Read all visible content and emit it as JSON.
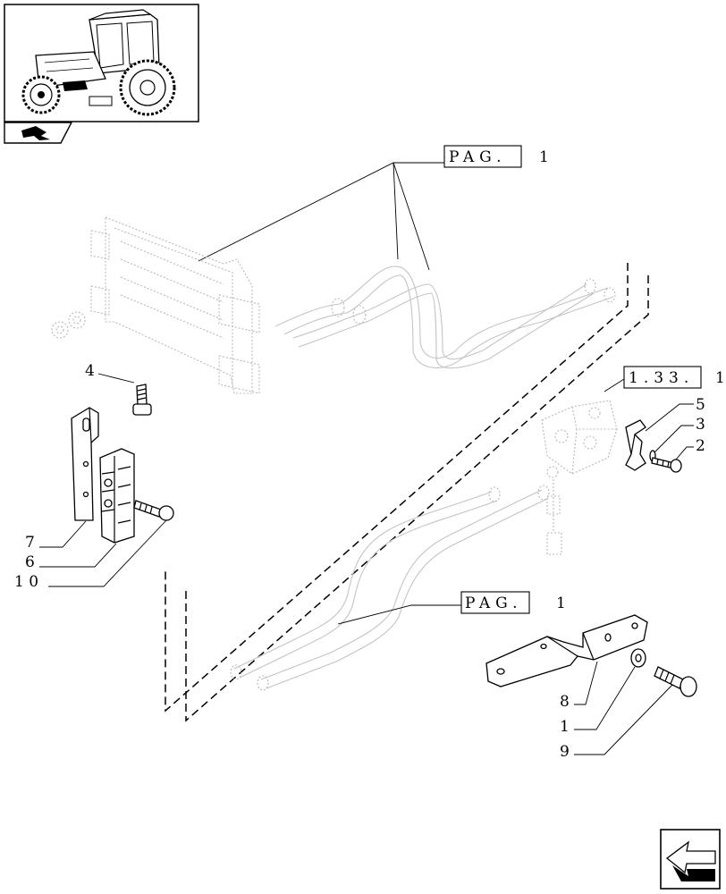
{
  "references": {
    "pag_top": "PAG.",
    "pag_top_page": "1",
    "group_ref": "1.33.",
    "group_ref_page": "1",
    "pag_bottom": "PAG.",
    "pag_bottom_page": "1"
  },
  "callouts": {
    "c1": "1",
    "c2": "2",
    "c3": "3",
    "c4": "4",
    "c5": "5",
    "c6": "6",
    "c7": "7",
    "c8": "8",
    "c9": "9",
    "c10": "1 0"
  },
  "icons": {
    "thumbnail": "tractor-thumbnail-icon",
    "section": "pipe-section-icon",
    "navigation": "next-page-arrow-icon"
  }
}
